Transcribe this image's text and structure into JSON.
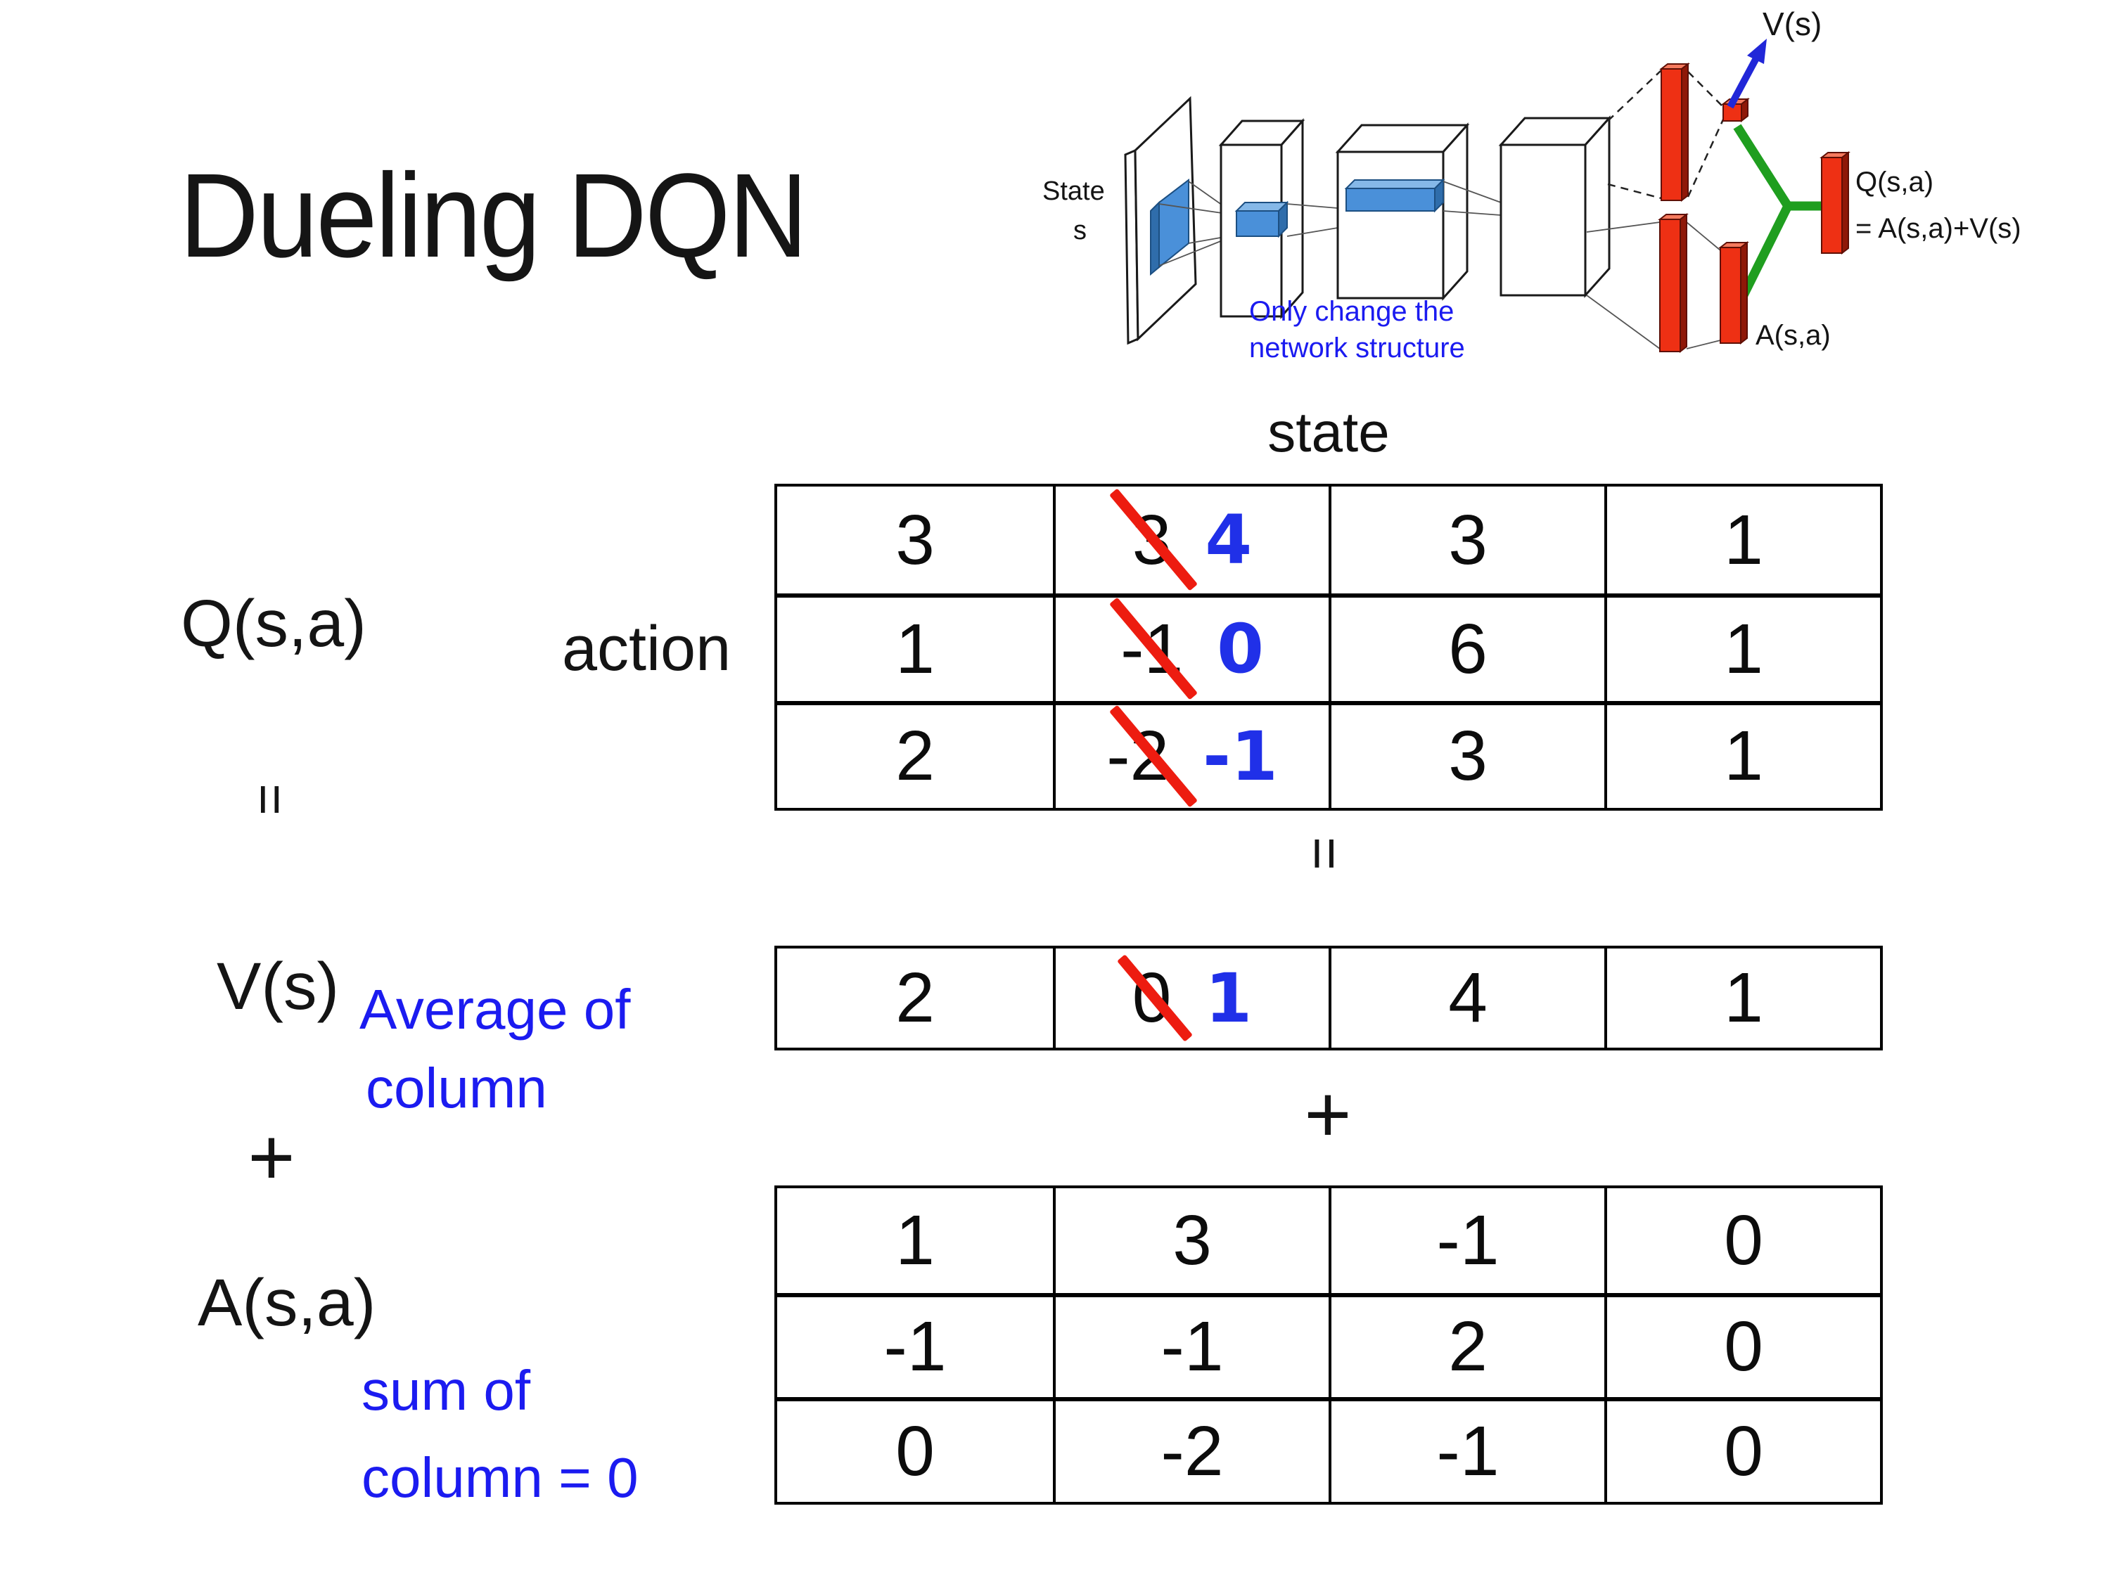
{
  "title": "Dueling DQN",
  "colors": {
    "annotation_blue": "#1b1bf0",
    "number_blue": "#2030e8",
    "strike_red": "#ed1c10",
    "bar_red": "#ee3014",
    "bar_red_dark": "#8f1808",
    "bar_red_light": "#f57a5e",
    "box_blue": "#4a90d9",
    "box_blue_dark": "#2f6dab",
    "box_blue_light": "#85b8e8",
    "merge_green": "#1f9e1f",
    "arrow_blue": "#2127d8"
  },
  "diagram": {
    "state_label_line1": "State",
    "state_label_line2": "s",
    "note_line1": "Only change the",
    "note_line2": "network structure",
    "v_output_label": "V(s)",
    "q_output_label_line1": "Q(s,a)",
    "q_output_label_line2": "= A(s,a)+V(s)",
    "a_output_label": "A(s,a)"
  },
  "equation": {
    "q_label": "Q(s,a)",
    "action_label": "action",
    "state_label": "state",
    "equals_left": "=",
    "equals_center": "=",
    "v_label": "V(s)",
    "plus_left": "+",
    "plus_center": "+",
    "a_label": "A(s,a)",
    "avg_note_line1": "Average of",
    "avg_note_line2": "column",
    "sum_note_line1": "sum of",
    "sum_note_line2": "column = 0"
  },
  "q_table": {
    "rows": [
      {
        "cells": [
          {
            "v": "3"
          },
          {
            "old": "3",
            "new": "4",
            "struck": true
          },
          {
            "v": "3"
          },
          {
            "v": "1"
          }
        ]
      },
      {
        "cells": [
          {
            "v": "1"
          },
          {
            "old": "-1",
            "new": "0",
            "struck": true
          },
          {
            "v": "6"
          },
          {
            "v": "1"
          }
        ]
      },
      {
        "cells": [
          {
            "v": "2"
          },
          {
            "old": "-2",
            "new": "-1",
            "struck": true
          },
          {
            "v": "3"
          },
          {
            "v": "1"
          }
        ]
      }
    ]
  },
  "v_table": {
    "cells": [
      {
        "v": "2"
      },
      {
        "old": "0",
        "new": "1",
        "struck": true
      },
      {
        "v": "4"
      },
      {
        "v": "1"
      }
    ]
  },
  "a_table": {
    "rows": [
      {
        "cells": [
          {
            "v": "1"
          },
          {
            "v": "3"
          },
          {
            "v": "-1"
          },
          {
            "v": "0"
          }
        ]
      },
      {
        "cells": [
          {
            "v": "-1"
          },
          {
            "v": "-1"
          },
          {
            "v": "2"
          },
          {
            "v": "0"
          }
        ]
      },
      {
        "cells": [
          {
            "v": "0"
          },
          {
            "v": "-2"
          },
          {
            "v": "-1"
          },
          {
            "v": "0"
          }
        ]
      }
    ]
  }
}
